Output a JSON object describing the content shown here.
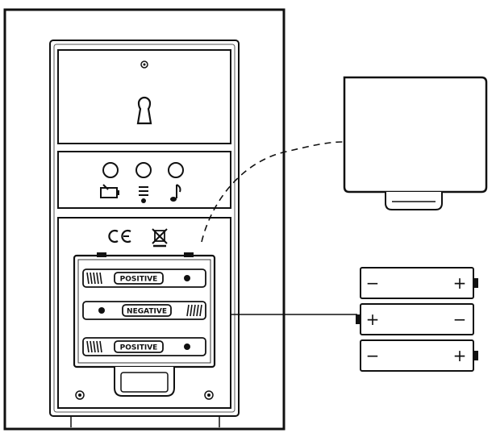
{
  "device": {
    "button_icons": [
      "battery-icon",
      "thermometer-icon",
      "music-note-icon"
    ],
    "certification_marks": [
      "CE",
      "WEEE"
    ]
  },
  "battery_compartment": {
    "cells": [
      {
        "label": "POSITIVE",
        "orientation": "spring-left"
      },
      {
        "label": "NEGATIVE",
        "orientation": "spring-right"
      },
      {
        "label": "POSITIVE",
        "orientation": "spring-left"
      }
    ]
  },
  "loose_batteries": [
    {
      "left": "−",
      "right": "+"
    },
    {
      "left": "+",
      "right": "−"
    },
    {
      "left": "−",
      "right": "+"
    }
  ]
}
